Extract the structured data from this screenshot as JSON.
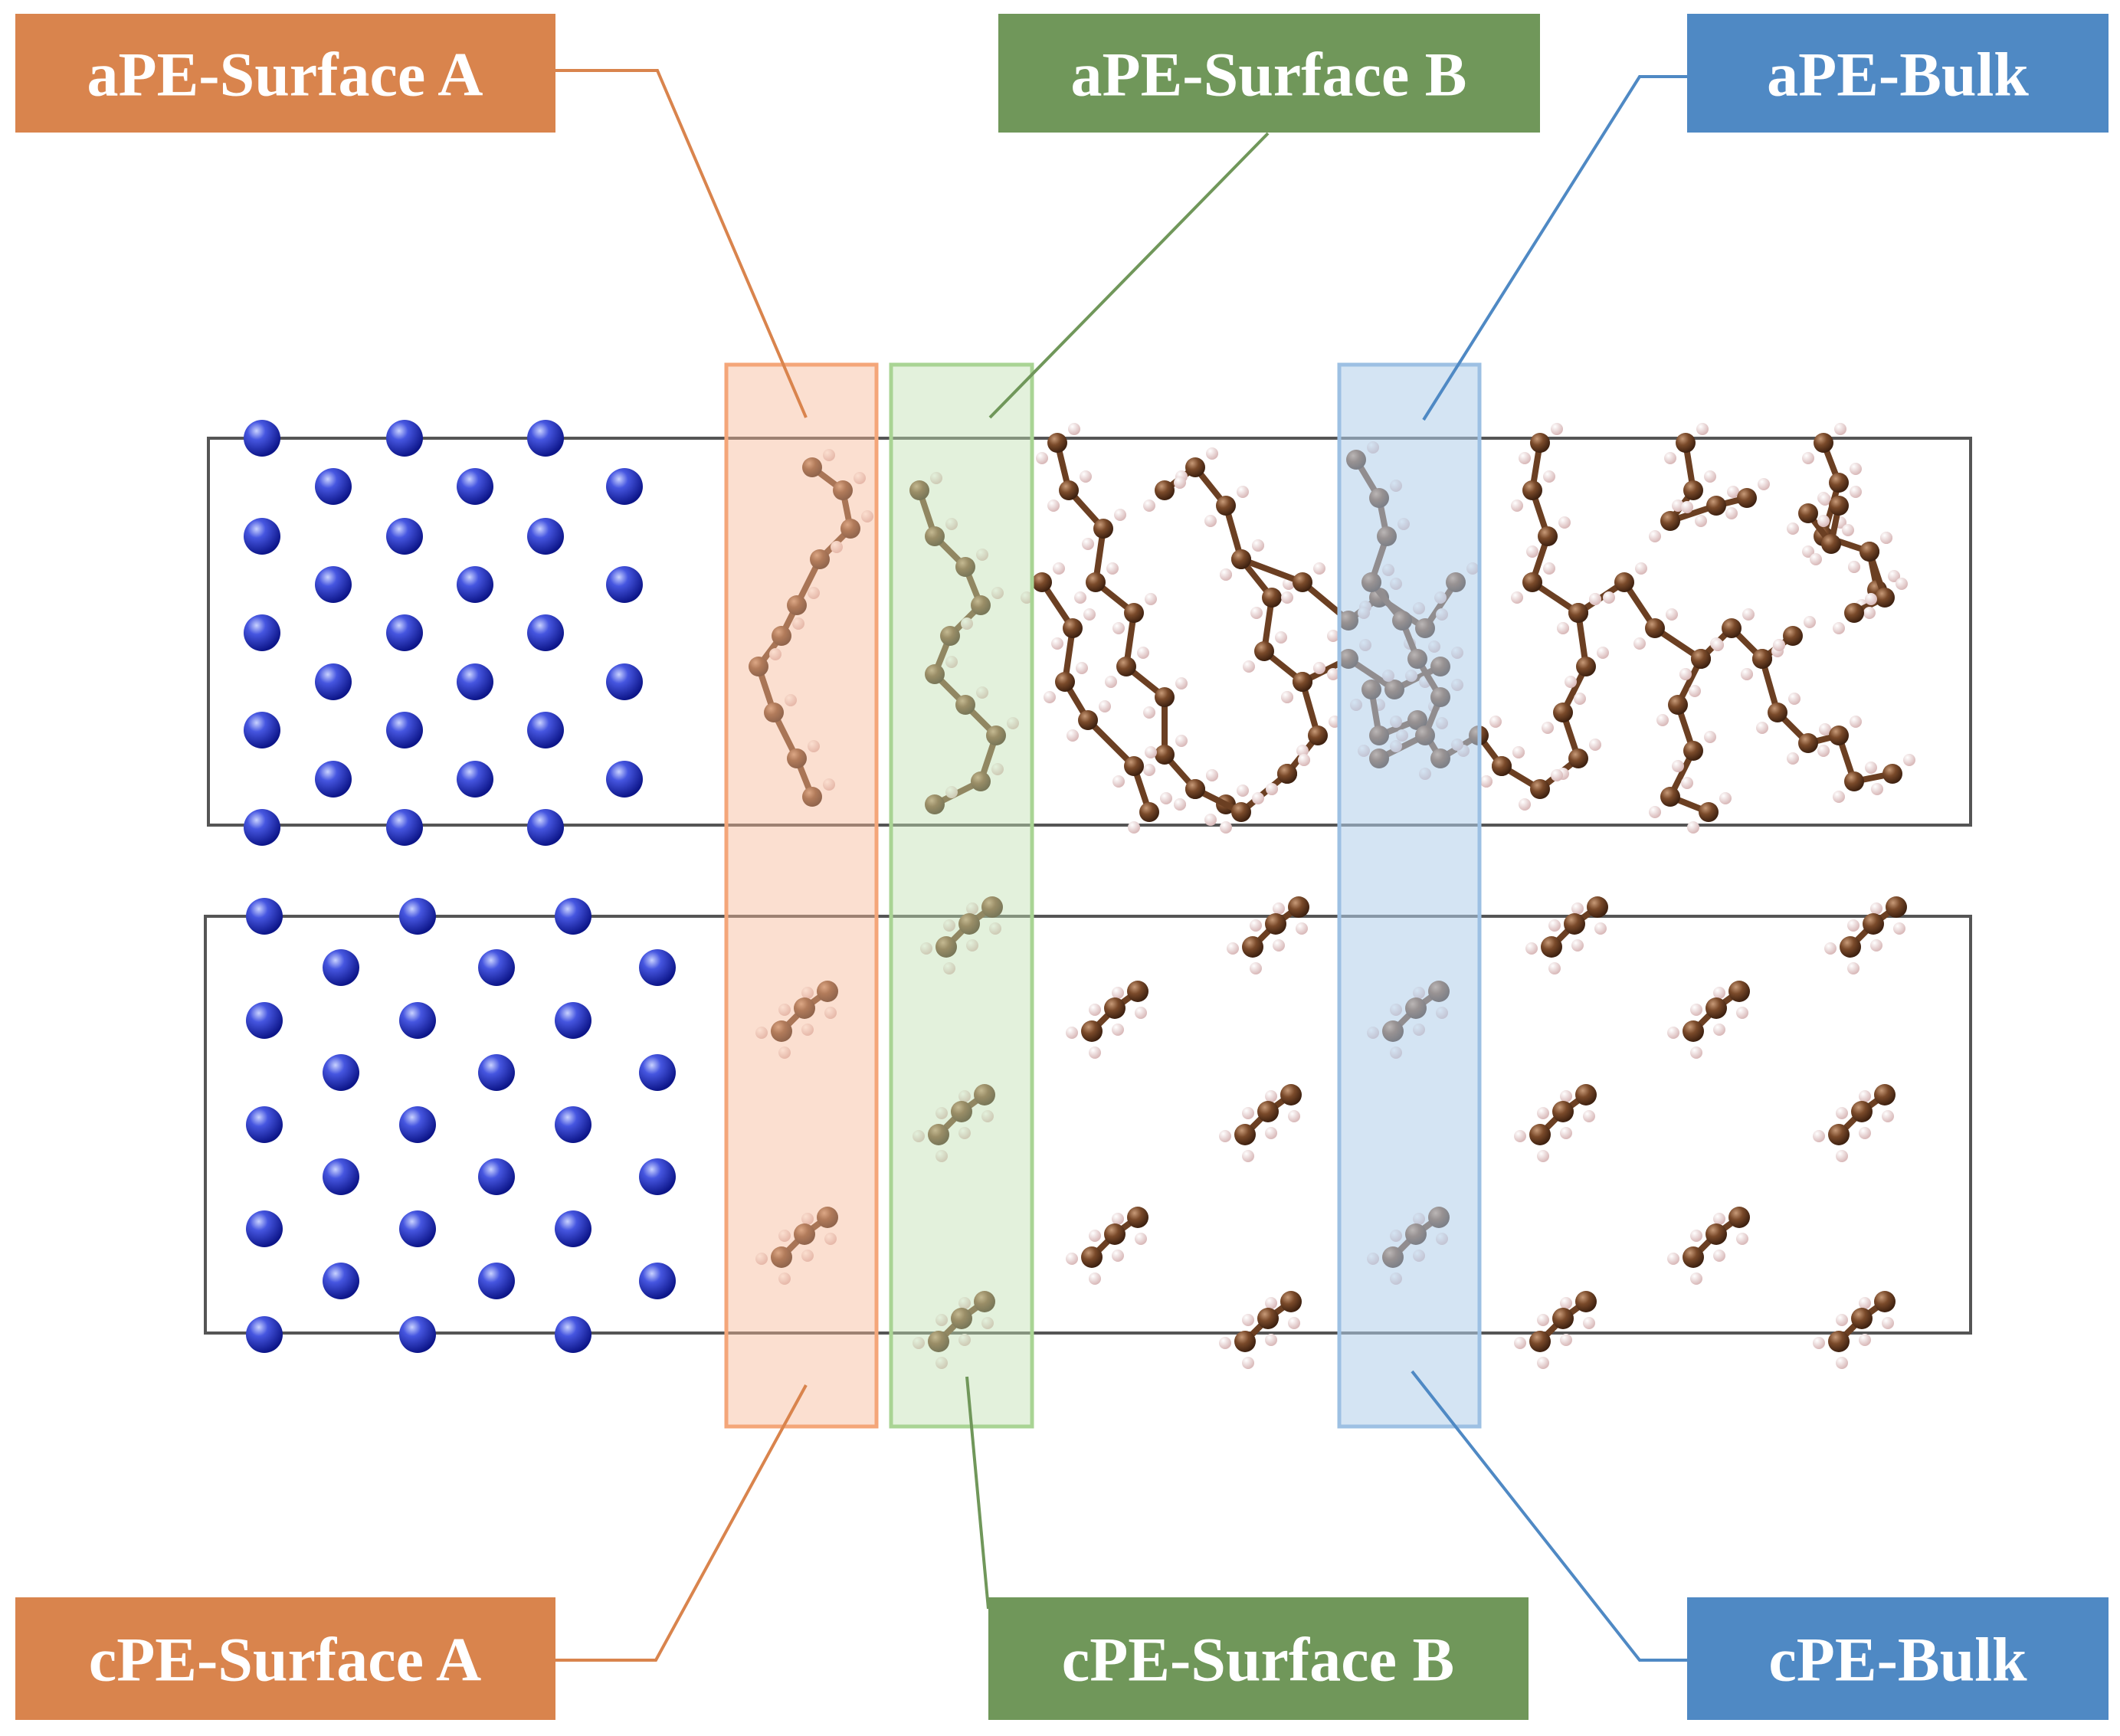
{
  "labels": {
    "ape_surface_a": "aPE-Surface A",
    "ape_surface_b": "aPE-Surface B",
    "ape_bulk": "aPE-Bulk",
    "cpe_surface_a": "cPE-Surface A",
    "cpe_surface_b": "cPE-Surface B",
    "cpe_bulk": "cPE-Bulk"
  },
  "colors": {
    "surface_a": "#d9844d",
    "surface_b": "#70975a",
    "bulk": "#4f89c4",
    "surface_a_fill": "#f7b896",
    "surface_b_fill": "#c2e1b1",
    "bulk_fill": "#b1cdea",
    "metal_atom": "#2233bb",
    "carbon_atom": "#7a4a2a",
    "hydrogen_atom": "#f3e4e4",
    "cell_border": "#555555"
  },
  "icons": {
    "metal_atom": "blue-sphere-icon",
    "carbon_atom": "brown-sphere-icon",
    "hydrogen_atom": "pink-sphere-icon"
  }
}
